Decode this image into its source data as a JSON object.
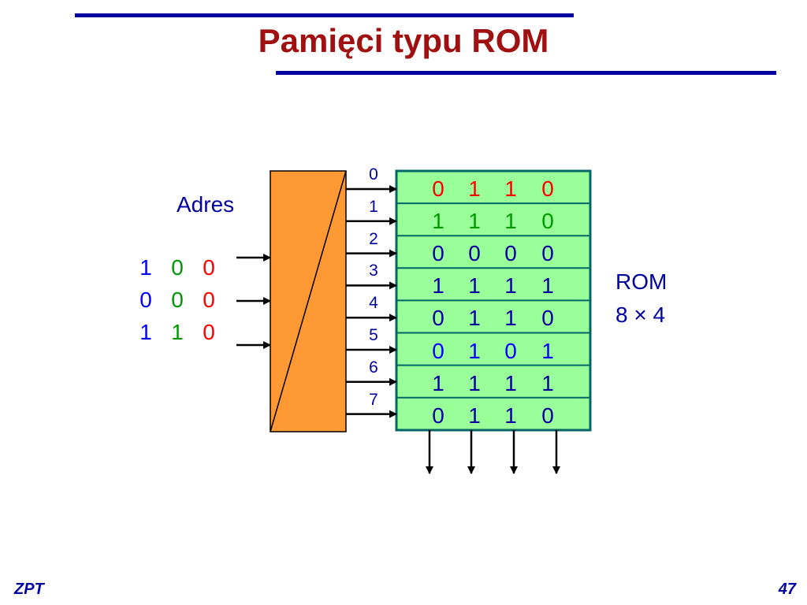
{
  "title": "Pamięci typu ROM",
  "footer": {
    "left": "ZPT",
    "right": "47"
  },
  "adres_label": "Adres",
  "rom_label": {
    "line1": "ROM",
    "line2": "8 × 4"
  },
  "colors": {
    "title": "#a01010",
    "rule": "#0000a0",
    "decoder": "#ff9933",
    "rom_bg": "#99ff99",
    "rom_border": "#006666",
    "red": "#ff0000",
    "green": "#009900",
    "blue": "#0000ff",
    "navy": "#0000a0"
  },
  "address_inputs": [
    {
      "bits": [
        "1",
        "0",
        "0"
      ],
      "colors": [
        "blue",
        "green",
        "red"
      ]
    },
    {
      "bits": [
        "0",
        "0",
        "0"
      ],
      "colors": [
        "blue",
        "green",
        "red"
      ]
    },
    {
      "bits": [
        "1",
        "1",
        "0"
      ],
      "colors": [
        "blue",
        "green",
        "red"
      ]
    }
  ],
  "address_indices": [
    "0",
    "1",
    "2",
    "3",
    "4",
    "5",
    "6",
    "7"
  ],
  "rom_rows": [
    {
      "bits": [
        "0",
        "1",
        "1",
        "0"
      ],
      "color": "red"
    },
    {
      "bits": [
        "1",
        "1",
        "1",
        "0"
      ],
      "color": "green"
    },
    {
      "bits": [
        "0",
        "0",
        "0",
        "0"
      ],
      "color": "navy"
    },
    {
      "bits": [
        "1",
        "1",
        "1",
        "1"
      ],
      "color": "navy"
    },
    {
      "bits": [
        "0",
        "1",
        "1",
        "0"
      ],
      "color": "navy"
    },
    {
      "bits": [
        "0",
        "1",
        "0",
        "1"
      ],
      "color": "blue"
    },
    {
      "bits": [
        "1",
        "1",
        "1",
        "1"
      ],
      "color": "navy"
    },
    {
      "bits": [
        "0",
        "1",
        "1",
        "0"
      ],
      "color": "navy"
    }
  ]
}
